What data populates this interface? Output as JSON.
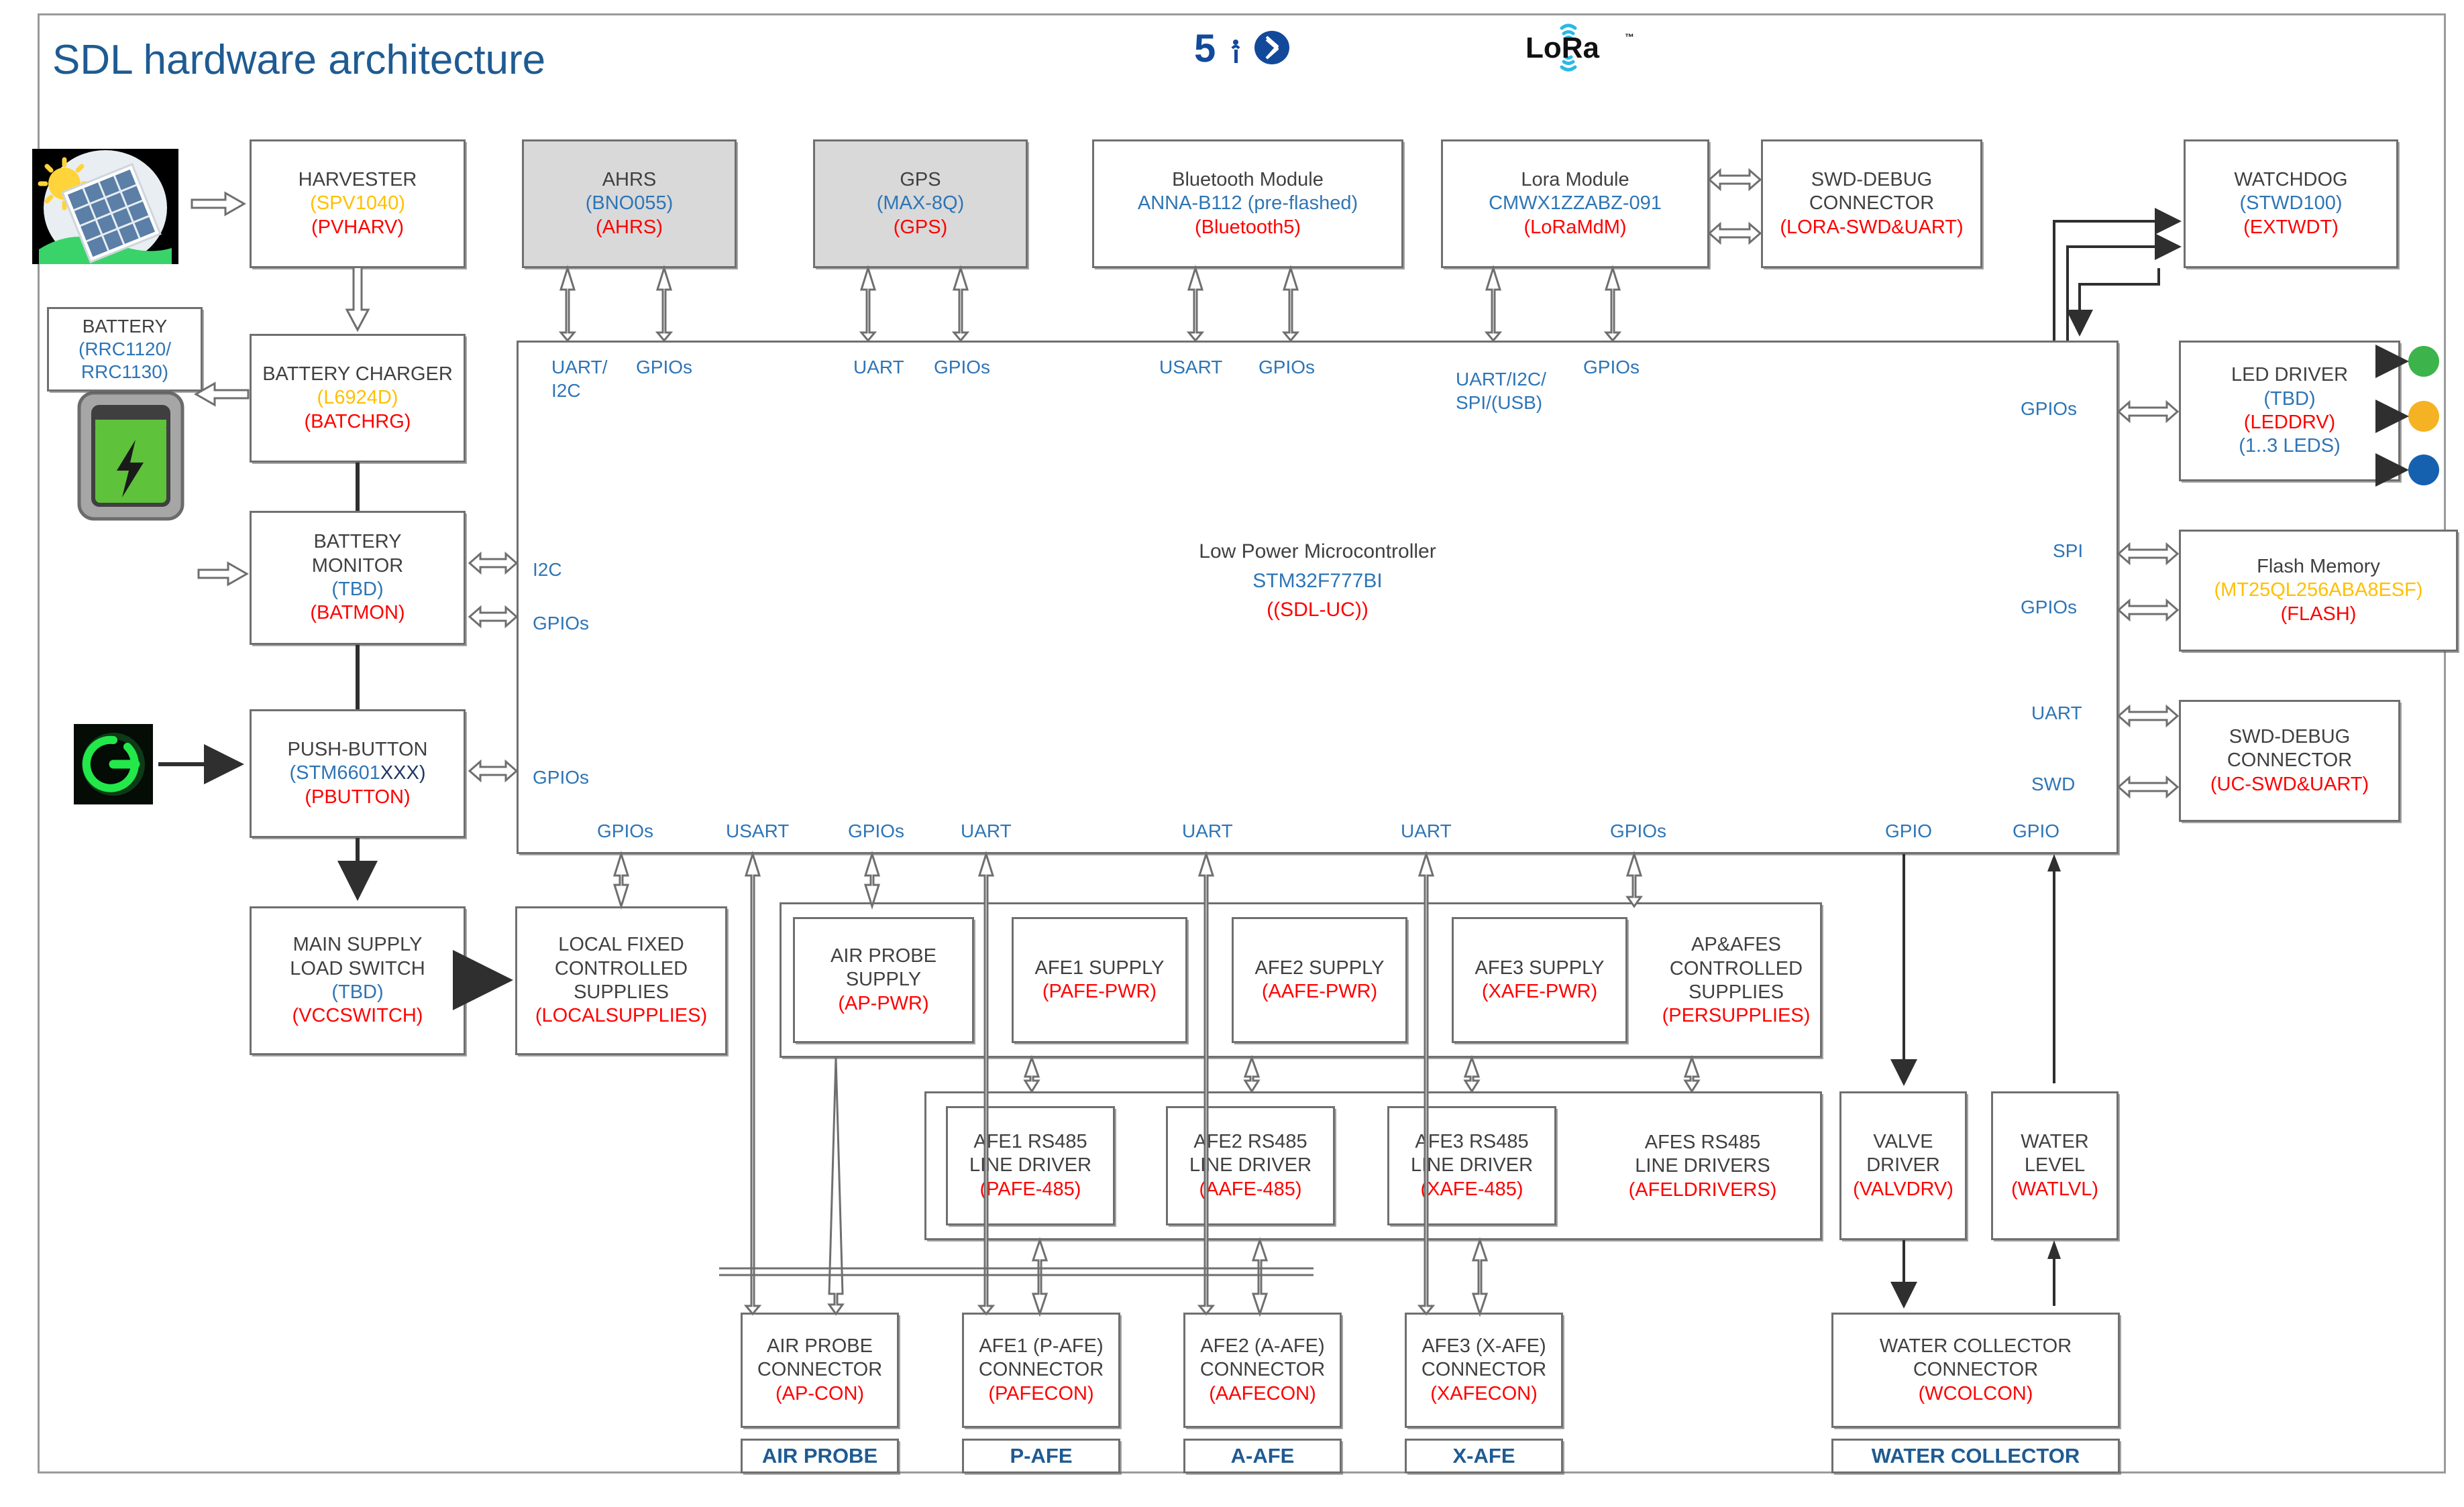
{
  "title": "SDL hardware architecture",
  "logos": {
    "bluetooth": "5",
    "lora": "LoRa"
  },
  "mcu": {
    "line1": "Low Power Microcontroller",
    "line2": "STM32F777BI",
    "line3": "((SDL-UC))"
  },
  "blocks": {
    "harvester": {
      "l1": "HARVESTER",
      "l2": "(SPV1040)",
      "l3": "(PVHARV)"
    },
    "ahrs": {
      "l1": "AHRS",
      "l2": "(BNO055)",
      "l3": "(AHRS)"
    },
    "gps": {
      "l1": "GPS",
      "l2": "(MAX-8Q)",
      "l3": "(GPS)"
    },
    "bluetooth": {
      "l1": "Bluetooth Module",
      "l2": "ANNA-B112 (pre-flashed)",
      "l3": "(Bluetooth5)"
    },
    "lora": {
      "l1": "Lora Module",
      "l2": "CMWX1ZZABZ-091",
      "l3": "(LoRaMdM)"
    },
    "swd_lora": {
      "l1": "SWD-DEBUG",
      "l2": "CONNECTOR",
      "l3": "(LORA-SWD&UART)"
    },
    "watchdog": {
      "l1": "WATCHDOG",
      "l2": "(STWD100)",
      "l3": "(EXTWDT)"
    },
    "battery": {
      "l1": "BATTERY",
      "l2": "(RRC1120/",
      "l3": "RRC1130)"
    },
    "battery_charger": {
      "l1": "BATTERY CHARGER",
      "l2": "(L6924D)",
      "l3": "(BATCHRG)"
    },
    "battery_monitor": {
      "l1": "BATTERY",
      "l1b": "MONITOR",
      "l2": "(TBD)",
      "l3": "(BATMON)"
    },
    "push_button": {
      "l1": "PUSH-BUTTON",
      "l2": "(STM6601",
      "l2b": "XXX)",
      "l3": "(PBUTTON)"
    },
    "main_supply": {
      "l1": "MAIN SUPPLY",
      "l1b": "LOAD SWITCH",
      "l2": "(TBD)",
      "l3": "(VCCSWITCH)"
    },
    "local_supplies": {
      "l1": "LOCAL FIXED",
      "l1b": "CONTROLLED",
      "l1c": "SUPPLIES",
      "l3": "(LOCALSUPPLIES)"
    },
    "led_driver": {
      "l1": "LED DRIVER",
      "l2": "(TBD)",
      "l3": "(LEDDRV)",
      "l4": "(1..3 LEDS)"
    },
    "flash": {
      "l1": "Flash Memory",
      "lo": "(MT25QL256ABA8ESF)",
      "l3": "(FLASH)"
    },
    "swd_uc": {
      "l1": "SWD-DEBUG",
      "l2": "CONNECTOR",
      "l3": "(UC-SWD&UART)"
    },
    "ap_supply": {
      "l1": "AIR PROBE",
      "l1b": "SUPPLY",
      "l3": "(AP-PWR)"
    },
    "afe1_supply": {
      "l1": "AFE1 SUPPLY",
      "l3": "(PAFE-PWR)"
    },
    "afe2_supply": {
      "l1": "AFE2 SUPPLY",
      "l3": "(AAFE-PWR)"
    },
    "afe3_supply": {
      "l1": "AFE3 SUPPLY",
      "l3": "(XAFE-PWR)"
    },
    "persupplies": {
      "l1": "AP&AFES",
      "l1b": "CONTROLLED",
      "l1c": "SUPPLIES",
      "l3": "(PERSUPPLIES)"
    },
    "afe1_485": {
      "l1": "AFE1 RS485",
      "l1b": "LINE DRIVER",
      "l3": "(PAFE-485)"
    },
    "afe2_485": {
      "l1": "AFE2 RS485",
      "l1b": "LINE DRIVER",
      "l3": "(AAFE-485)"
    },
    "afe3_485": {
      "l1": "AFE3 RS485",
      "l1b": "LINE DRIVER",
      "l3": "(XAFE-485)"
    },
    "afeldrivers": {
      "l1": "AFES RS485",
      "l1b": "LINE DRIVERS",
      "l3": "(AFELDRIVERS)"
    },
    "valve_driver": {
      "l1": "VALVE",
      "l1b": "DRIVER",
      "l3": "(VALVDRV)"
    },
    "water_level": {
      "l1": "WATER",
      "l1b": "LEVEL",
      "l3": "(WATLVL)"
    },
    "ap_con": {
      "l1": "AIR PROBE",
      "l1b": "CONNECTOR",
      "l3": "(AP-CON)"
    },
    "pafecon": {
      "l1": "AFE1 (P-AFE)",
      "l1b": "CONNECTOR",
      "l3": "(PAFECON)"
    },
    "aafecon": {
      "l1": "AFE2 (A-AFE)",
      "l1b": "CONNECTOR",
      "l3": "(AAFECON)"
    },
    "xafecon": {
      "l1": "AFE3 (X-AFE)",
      "l1b": "CONNECTOR",
      "l3": "(XAFECON)"
    },
    "wcolcon": {
      "l1": "WATER COLLECTOR",
      "l1b": "CONNECTOR",
      "l3": "(WCOLCON)"
    }
  },
  "tags": {
    "air_probe": "AIR PROBE",
    "p_afe": "P-AFE",
    "a_afe": "A-AFE",
    "x_afe": "X-AFE",
    "water_collector": "WATER COLLECTOR"
  },
  "ports": {
    "top": {
      "ahrs_bus": "UART/",
      "ahrs_bus2": "I2C",
      "ahrs_gpio": "GPIOs",
      "gps_bus": "UART",
      "gps_gpio": "GPIOs",
      "bt_bus": "USART",
      "bt_gpio": "GPIOs",
      "lora_bus": "UART/I2C/",
      "lora_bus2": "SPI/(USB)",
      "lora_gpio": "GPIOs"
    },
    "left": {
      "i2c": "I2C",
      "gpios_mid": "GPIOs",
      "gpios_btn": "GPIOs"
    },
    "right": {
      "gpios_led": "GPIOs",
      "spi": "SPI",
      "gpios_flash": "GPIOs",
      "uart": "UART",
      "swd": "SWD"
    },
    "bottom": {
      "p1": "GPIOs",
      "p2": "USART",
      "p3": "GPIOs",
      "p4": "UART",
      "p5": "UART",
      "p6": "UART",
      "p7": "GPIOs",
      "p8": "GPIO",
      "p9": "GPIO"
    }
  },
  "colors": {
    "title": "#1f5b92",
    "blue": "#2e75b6",
    "red": "#ff0000",
    "orange": "#ffc000",
    "gray_fill": "#d9d9d9",
    "border": "#6f6f6f",
    "led_green": "#3cb44b",
    "led_amber": "#f5b222",
    "led_blue": "#1561b0"
  }
}
